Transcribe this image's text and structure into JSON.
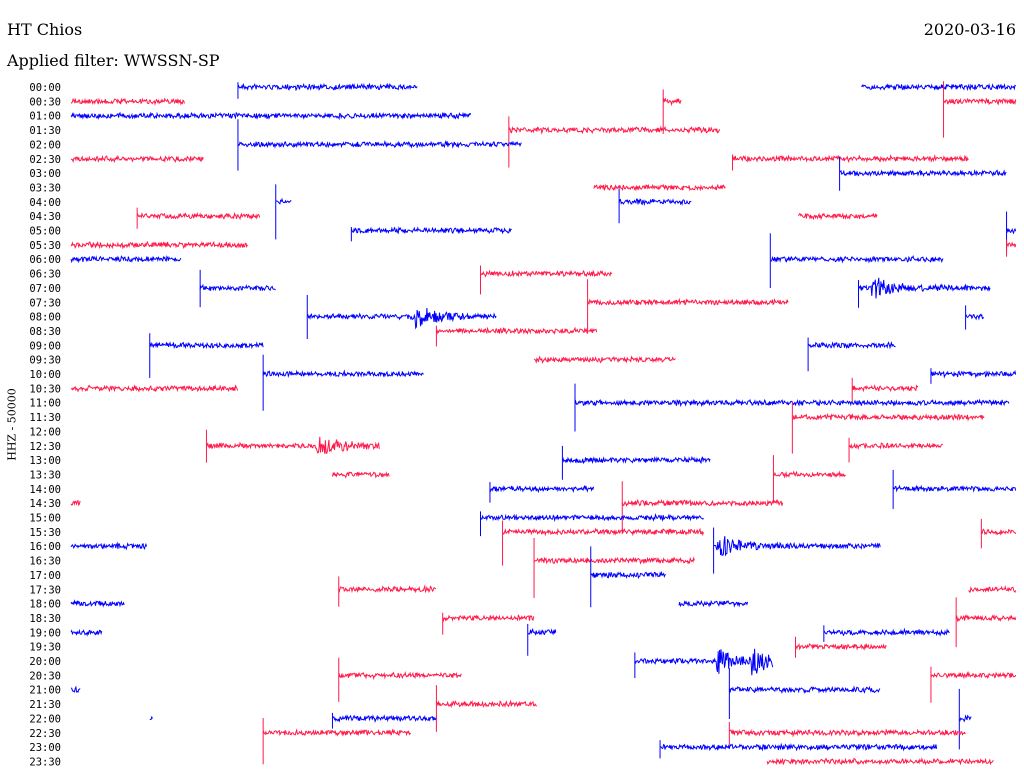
{
  "header": {
    "station": "HT Chios",
    "date": "2020-03-16",
    "filter": "Applied filter: WWSSN-SP"
  },
  "chart_data": {
    "type": "line",
    "title": "HT Chios",
    "ylabel": "HHZ - 50000",
    "minutes_per_row": 30,
    "colors": [
      "#0000ff",
      "#ff1a4a"
    ],
    "rows": [
      {
        "label": "00:00",
        "segments": [
          [
            5.3,
            11.0
          ],
          [
            25.1,
            30
          ]
        ]
      },
      {
        "label": "00:30",
        "segments": [
          [
            0,
            3.6
          ],
          [
            18.8,
            19.4
          ],
          [
            27.7,
            30
          ]
        ]
      },
      {
        "label": "01:00",
        "segments": [
          [
            0,
            12.7
          ]
        ]
      },
      {
        "label": "01:30",
        "segments": [
          [
            13.9,
            20.6
          ]
        ]
      },
      {
        "label": "02:00",
        "segments": [
          [
            5.3,
            14.3
          ]
        ]
      },
      {
        "label": "02:30",
        "segments": [
          [
            0,
            4.2
          ],
          [
            21.0,
            28.5
          ]
        ]
      },
      {
        "label": "03:00",
        "segments": [
          [
            24.4,
            29.7
          ]
        ]
      },
      {
        "label": "03:30",
        "segments": [
          [
            16.6,
            20.8
          ]
        ]
      },
      {
        "label": "04:00",
        "segments": [
          [
            6.5,
            7.0
          ],
          [
            17.4,
            19.7
          ]
        ]
      },
      {
        "label": "04:30",
        "segments": [
          [
            2.1,
            6.0
          ],
          [
            23.1,
            25.6
          ]
        ]
      },
      {
        "label": "05:00",
        "segments": [
          [
            8.9,
            14.0
          ],
          [
            29.7,
            30
          ]
        ]
      },
      {
        "label": "05:30",
        "segments": [
          [
            0,
            5.6
          ],
          [
            29.7,
            30
          ]
        ]
      },
      {
        "label": "06:00",
        "segments": [
          [
            0,
            3.5
          ],
          [
            22.2,
            27.7
          ]
        ]
      },
      {
        "label": "06:30",
        "segments": [
          [
            13.0,
            17.2
          ]
        ]
      },
      {
        "label": "07:00",
        "segments": [
          [
            4.1,
            6.5
          ],
          [
            25.0,
            29.2
          ]
        ],
        "events": [
          25.5
        ]
      },
      {
        "label": "07:30",
        "segments": [
          [
            16.4,
            22.8
          ]
        ]
      },
      {
        "label": "08:00",
        "segments": [
          [
            7.5,
            13.5
          ],
          [
            28.4,
            29.0
          ]
        ],
        "events": [
          11.0
        ]
      },
      {
        "label": "08:30",
        "segments": [
          [
            11.6,
            16.7
          ]
        ]
      },
      {
        "label": "09:00",
        "segments": [
          [
            2.5,
            6.1
          ],
          [
            23.4,
            26.2
          ]
        ]
      },
      {
        "label": "09:30",
        "segments": [
          [
            14.7,
            19.2
          ]
        ]
      },
      {
        "label": "10:00",
        "segments": [
          [
            6.1,
            11.2
          ],
          [
            27.3,
            30
          ]
        ]
      },
      {
        "label": "10:30",
        "segments": [
          [
            0,
            5.3
          ],
          [
            24.8,
            26.9
          ]
        ]
      },
      {
        "label": "11:00",
        "segments": [
          [
            16.0,
            29.8
          ]
        ]
      },
      {
        "label": "11:30",
        "segments": [
          [
            22.9,
            29.0
          ]
        ]
      },
      {
        "label": "12:00",
        "segments": []
      },
      {
        "label": "12:30",
        "segments": [
          [
            4.3,
            9.8
          ],
          [
            24.7,
            27.7
          ]
        ],
        "events": [
          7.9
        ]
      },
      {
        "label": "13:00",
        "segments": [
          [
            15.6,
            20.3
          ]
        ]
      },
      {
        "label": "13:30",
        "segments": [
          [
            8.3,
            10.1
          ],
          [
            22.3,
            24.6
          ]
        ]
      },
      {
        "label": "14:00",
        "segments": [
          [
            13.3,
            16.6
          ],
          [
            26.1,
            30
          ]
        ]
      },
      {
        "label": "14:30",
        "segments": [
          [
            0,
            0.3
          ],
          [
            17.5,
            22.6
          ]
        ]
      },
      {
        "label": "15:00",
        "segments": [
          [
            13.0,
            20.1
          ]
        ]
      },
      {
        "label": "15:30",
        "segments": [
          [
            13.7,
            20.1
          ],
          [
            28.9,
            30
          ]
        ]
      },
      {
        "label": "16:00",
        "segments": [
          [
            0,
            2.4
          ],
          [
            20.4,
            25.7
          ]
        ],
        "events": [
          20.6
        ]
      },
      {
        "label": "16:30",
        "segments": [
          [
            14.7,
            19.8
          ]
        ]
      },
      {
        "label": "17:00",
        "segments": [
          [
            16.5,
            18.9
          ]
        ]
      },
      {
        "label": "17:30",
        "segments": [
          [
            8.5,
            11.6
          ],
          [
            28.5,
            30
          ]
        ]
      },
      {
        "label": "18:00",
        "segments": [
          [
            0,
            1.7
          ],
          [
            19.3,
            21.5
          ]
        ]
      },
      {
        "label": "18:30",
        "segments": [
          [
            11.8,
            14.7
          ],
          [
            28.1,
            30
          ]
        ]
      },
      {
        "label": "19:00",
        "segments": [
          [
            0,
            1.0
          ],
          [
            14.5,
            15.4
          ],
          [
            23.9,
            27.9
          ]
        ]
      },
      {
        "label": "19:30",
        "segments": [
          [
            23.0,
            25.9
          ]
        ]
      },
      {
        "label": "20:00",
        "segments": [
          [
            17.9,
            22.3
          ]
        ],
        "events": [
          20.6,
          21.7
        ]
      },
      {
        "label": "20:30",
        "segments": [
          [
            8.5,
            12.4
          ],
          [
            27.3,
            30
          ]
        ]
      },
      {
        "label": "21:00",
        "segments": [
          [
            0,
            0.3
          ],
          [
            20.9,
            25.7
          ]
        ]
      },
      {
        "label": "21:30",
        "segments": [
          [
            11.6,
            14.8
          ]
        ]
      },
      {
        "label": "22:00",
        "segments": [
          [
            2.5,
            2.6
          ],
          [
            8.3,
            11.6
          ],
          [
            28.2,
            28.6
          ]
        ]
      },
      {
        "label": "22:30",
        "segments": [
          [
            6.1,
            10.8
          ],
          [
            20.9,
            28.4
          ]
        ]
      },
      {
        "label": "23:00",
        "segments": [
          [
            18.7,
            27.5
          ]
        ]
      },
      {
        "label": "23:30",
        "segments": [
          [
            22.1,
            29.3
          ]
        ]
      }
    ]
  }
}
